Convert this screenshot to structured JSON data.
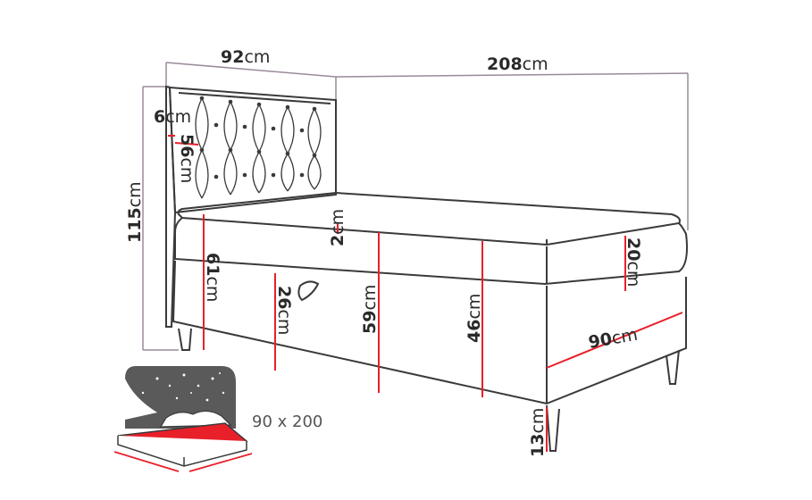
{
  "dimensions": {
    "width_headboard": {
      "value": "92",
      "unit": "cm"
    },
    "length_total": {
      "value": "208",
      "unit": "cm"
    },
    "headboard_thickness": {
      "value": "6",
      "unit": "cm"
    },
    "headboard_panel": {
      "value": "56",
      "unit": "cm"
    },
    "total_height": {
      "value": "115",
      "unit": "cm"
    },
    "topper": {
      "value": "2",
      "unit": "cm"
    },
    "box_height": {
      "value": "61",
      "unit": "cm"
    },
    "storage_depth": {
      "value": "26",
      "unit": "cm"
    },
    "sleep_height": {
      "value": "59",
      "unit": "cm"
    },
    "base_height": {
      "value": "46",
      "unit": "cm"
    },
    "mattress": {
      "value": "20",
      "unit": "cm"
    },
    "width_base": {
      "value": "90",
      "unit": "cm"
    },
    "leg": {
      "value": "13",
      "unit": "cm"
    }
  },
  "sleeping_area": {
    "label": "90 x 200"
  },
  "colors": {
    "outline": "#3a3a3a",
    "dimension": "#e8202a",
    "guide": "#9a8a9a",
    "storage_bg": "#5a5a5a"
  }
}
